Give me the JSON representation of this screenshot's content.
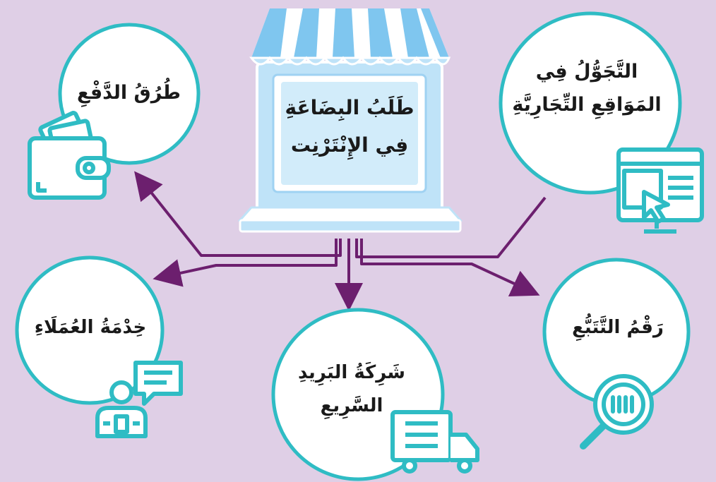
{
  "center": {
    "line1": "طَلَبُ البِضَاعَةِ",
    "line2": "فِي الإِنْتَرْنِت"
  },
  "nodes": {
    "payment": {
      "line1": "طُرُقُ الدَّفْعِ"
    },
    "browsing": {
      "line1": "التَّجَوُّلُ فِي",
      "line2": "المَوَاقِعِ التِّجَارِيَّةِ"
    },
    "customer_service": {
      "line1": "خِدْمَةُ العُمَلَاءِ"
    },
    "express_post": {
      "line1": "شَرِكَةُ البَرِيدِ",
      "line2": "السَّرِيعِ"
    },
    "tracking": {
      "line1": "رَقْمُ التَّتَبُّعِ"
    }
  },
  "colors": {
    "background": "#dfcfe6",
    "circle_border": "#2fbcc4",
    "icon": "#2fbcc4",
    "arrow": "#6c1f6e",
    "store_blue": "#bfe3f8",
    "store_stripe": "#7fc6ef"
  },
  "icons": [
    "wallet-icon",
    "browser-cursor-icon",
    "customer-service-icon",
    "delivery-truck-icon",
    "magnifier-barcode-icon"
  ]
}
